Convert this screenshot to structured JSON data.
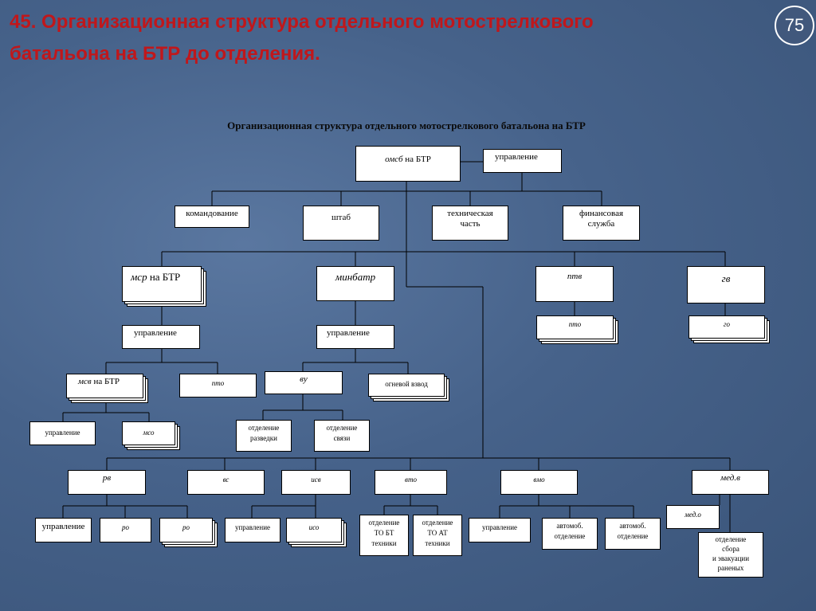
{
  "slide": {
    "title_line1": "45.  Организационная структура отдельного мотострелкового",
    "title_line2": "батальона на  БТР до отделения.",
    "page_number": "75"
  },
  "diagram": {
    "title": "Организационная структура отдельного мотострелкового батальона на БТР",
    "root_abbr": "омсб",
    "root_rest": " на БТР",
    "root_management": "управление",
    "command": "командование",
    "staff": "штаб",
    "tech_part": "техническая\nчасть",
    "finance": "финансовая\nслужба",
    "msr_abbr": "мср",
    "msr_rest": " на БТР",
    "msr_management": "управление",
    "msv_abbr": "мсв",
    "msv_rest": " на БТР",
    "msr_pto": "пто",
    "msv_management": "управление",
    "mso": "мсо",
    "minbatr": "минбатр",
    "minbatr_management": "управление",
    "vu": "ву",
    "fire_platoon": "огневой взвод",
    "recon_section": "отделение\nразведки",
    "comm_section": "отделение\nсвязи",
    "ptv": "птв",
    "ptv_pto": "пто",
    "gv": "гв",
    "go": "го",
    "rv": "рв",
    "rv_management": "управление",
    "ro1": "ро",
    "ro2": "ро",
    "vs": "вс",
    "isv": "исв",
    "isv_management": "управление",
    "iso": "исо",
    "vto": "вто",
    "to_bt": "отделение\nТО БТ\nтехники",
    "to_at": "отделение\nТО АТ\nтехники",
    "vmo": "вмо",
    "vmo_management": "управление",
    "auto_section1": "автомоб.\nотделение",
    "auto_section2": "автомоб.\nотделение",
    "medv": "мед.в",
    "medo": "мед.о",
    "evac_section": "отделение\nсбора\nи эвакуации\nраненых"
  }
}
